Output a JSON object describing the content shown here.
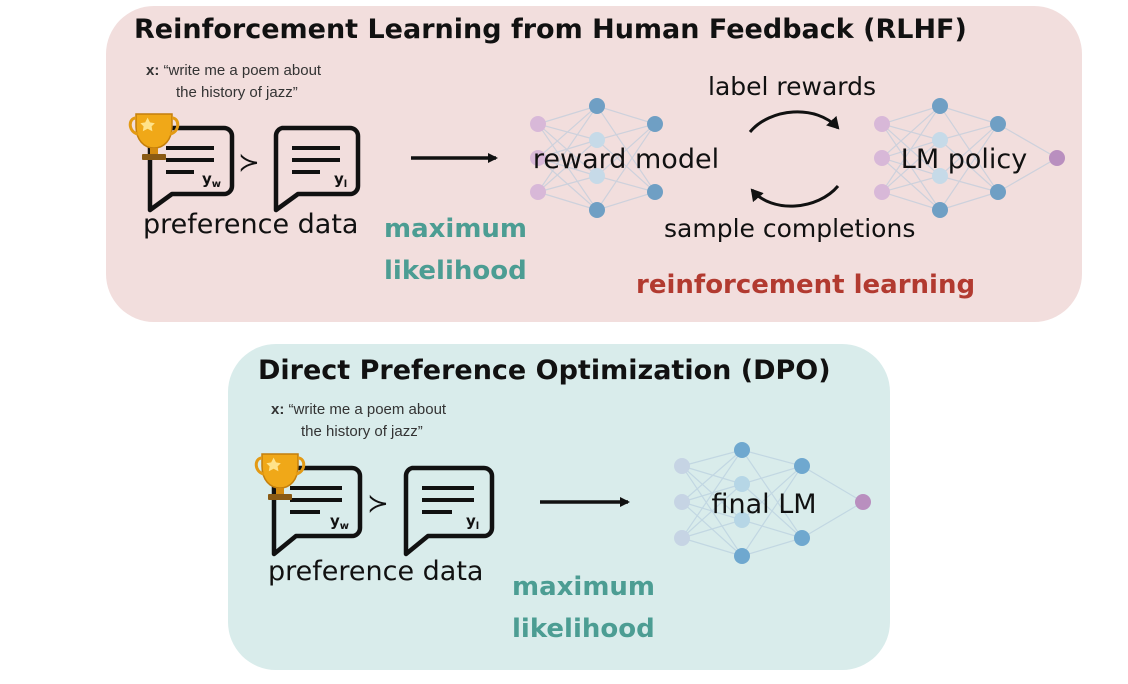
{
  "rlhf": {
    "title": "Reinforcement Learning from Human Feedback (RLHF)",
    "prompt_x": "x:",
    "prompt_line1": "“write me a poem about",
    "prompt_line2": "the history of jazz”",
    "winner_label": "y",
    "winner_sub": "w",
    "loser_label": "y",
    "loser_sub": "l",
    "preference_symbol": "≻",
    "preference_data": "preference data",
    "maximum_likelihood_1": "maximum",
    "maximum_likelihood_2": "likelihood",
    "reward_model": "reward model",
    "label_rewards": "label rewards",
    "lm_policy": "LM policy",
    "sample_completions": "sample completions",
    "reinforcement_learning": "reinforcement learning"
  },
  "dpo": {
    "title": "Direct Preference Optimization (DPO)",
    "prompt_x": "x:",
    "prompt_line1": "“write me a poem about",
    "prompt_line2": "the history of jazz”",
    "winner_label": "y",
    "winner_sub": "w",
    "loser_label": "y",
    "loser_sub": "l",
    "preference_symbol": "≻",
    "preference_data": "preference data",
    "maximum_likelihood_1": "maximum",
    "maximum_likelihood_2": "likelihood",
    "final_lm": "final LM"
  },
  "colors": {
    "rlhf_bg": "#f2dedd",
    "dpo_bg": "#d9eceb",
    "green_text": "#4c9d93",
    "red_text": "#b23a30",
    "node_blue": "#6f9fc4",
    "node_purple": "#b98fbf",
    "trophy_gold": "#e8a21c"
  },
  "icons": [
    "trophy-icon",
    "speech-bubble-icon",
    "arrow-right-icon",
    "cycle-arrow-icon",
    "neural-network-icon"
  ]
}
